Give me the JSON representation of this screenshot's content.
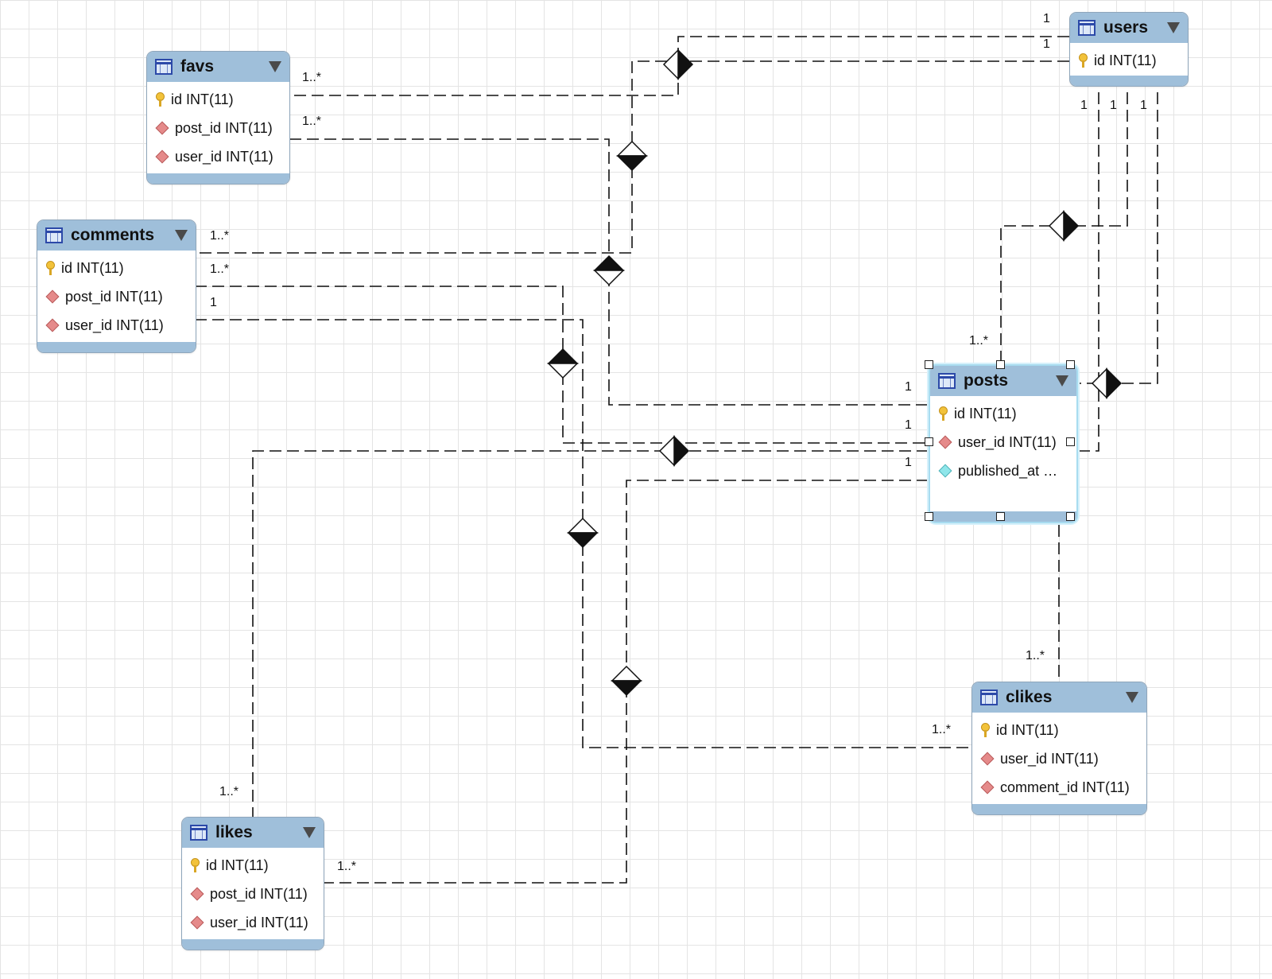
{
  "tables": {
    "users": {
      "title": "users",
      "rows": [
        {
          "text": "id INT(11)",
          "kind": "primary-key"
        }
      ]
    },
    "favs": {
      "title": "favs",
      "rows": [
        {
          "text": "id INT(11)",
          "kind": "primary-key"
        },
        {
          "text": "post_id INT(11)",
          "kind": "foreign-key"
        },
        {
          "text": "user_id INT(11)",
          "kind": "foreign-key"
        }
      ]
    },
    "comments": {
      "title": "comments",
      "rows": [
        {
          "text": "id INT(11)",
          "kind": "primary-key"
        },
        {
          "text": "post_id INT(11)",
          "kind": "foreign-key"
        },
        {
          "text": "user_id INT(11)",
          "kind": "foreign-key"
        }
      ]
    },
    "posts": {
      "title": "posts",
      "selected": true,
      "rows": [
        {
          "text": "id INT(11)",
          "kind": "primary-key"
        },
        {
          "text": "user_id INT(11)",
          "kind": "foreign-key"
        },
        {
          "text": "published_at …",
          "kind": "column"
        }
      ]
    },
    "clikes": {
      "title": "clikes",
      "rows": [
        {
          "text": "id INT(11)",
          "kind": "primary-key"
        },
        {
          "text": "user_id INT(11)",
          "kind": "foreign-key"
        },
        {
          "text": "comment_id INT(11)",
          "kind": "foreign-key"
        }
      ]
    },
    "likes": {
      "title": "likes",
      "rows": [
        {
          "text": "id INT(11)",
          "kind": "primary-key"
        },
        {
          "text": "post_id INT(11)",
          "kind": "foreign-key"
        },
        {
          "text": "user_id INT(11)",
          "kind": "foreign-key"
        }
      ]
    }
  },
  "cardinality": {
    "users_one_a": "1",
    "users_one_b": "1",
    "users_one_c": "1",
    "users_one_d": "1",
    "users_one_e": "1",
    "favs_many_a": "1..*",
    "favs_many_b": "1..*",
    "comments_many_a": "1..*",
    "comments_many_b": "1..*",
    "comments_one": "1",
    "posts_many_top": "1..*",
    "posts_one_a": "1",
    "posts_one_b": "1",
    "posts_one_c": "1",
    "clikes_many_top": "1..*",
    "clikes_many_left": "1..*",
    "likes_many_top": "1..*",
    "likes_many_right": "1..*"
  },
  "colors": {
    "header": "#9fbfda",
    "border": "#8fa6bb",
    "line": "#111111",
    "grid": "#e4e4e4",
    "selection": "#a8dcf0"
  }
}
